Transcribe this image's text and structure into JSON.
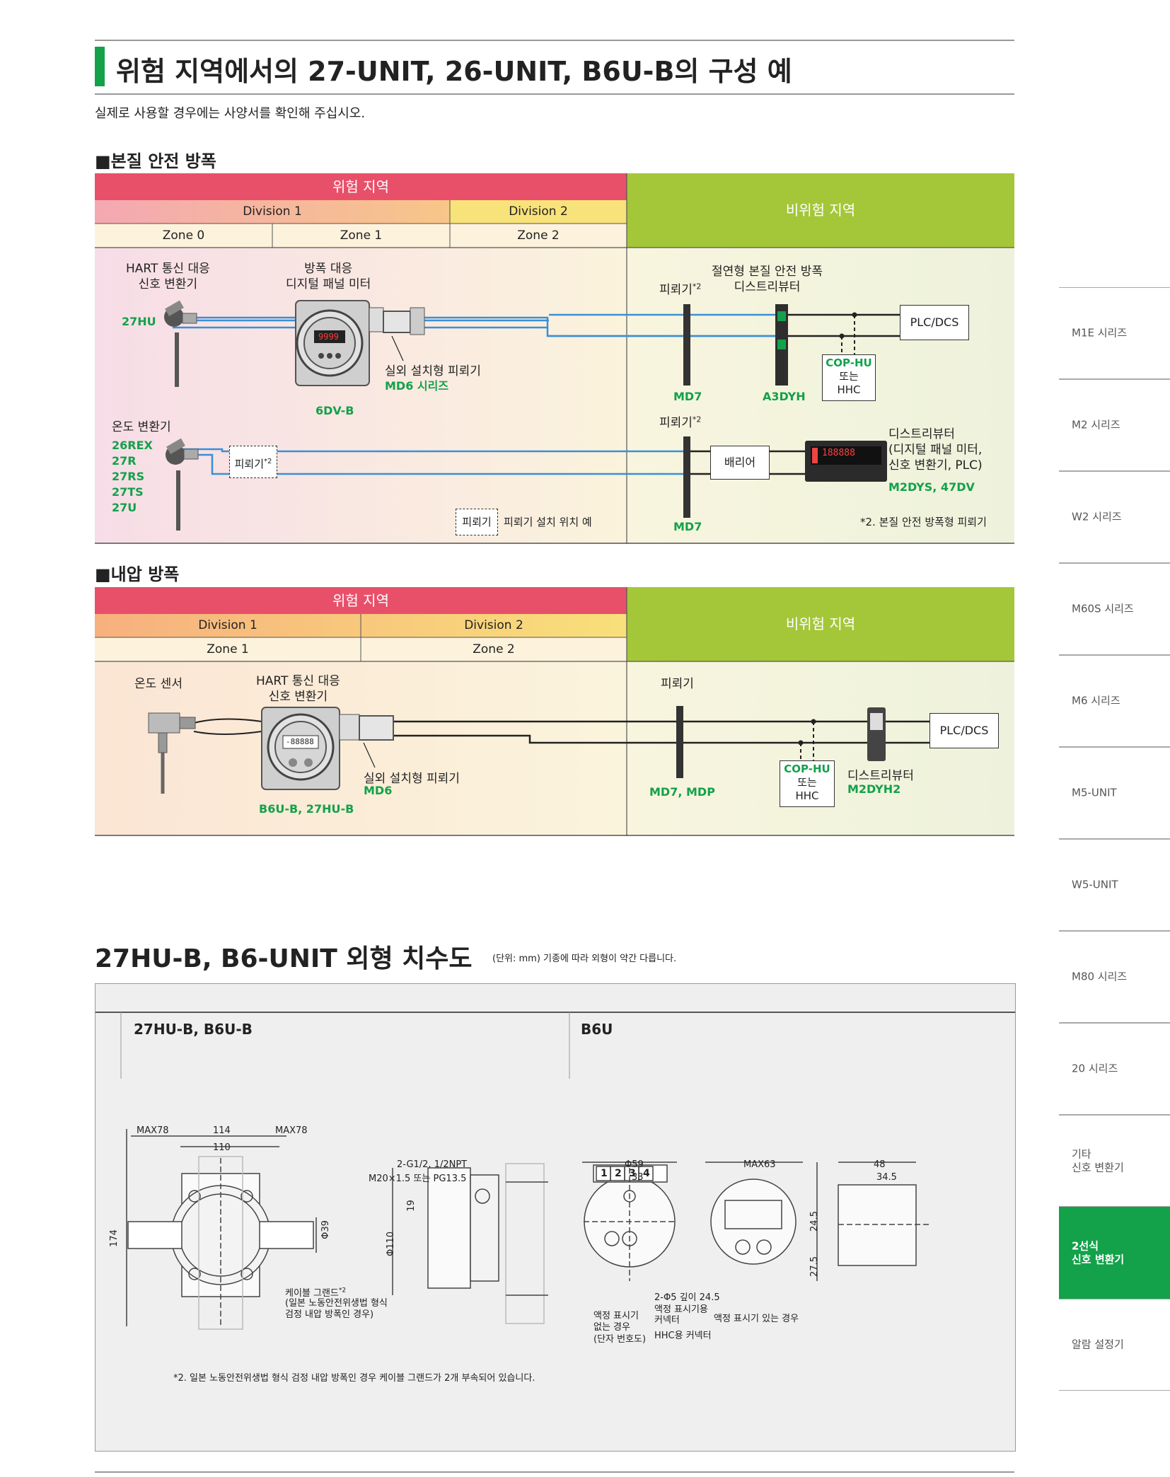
{
  "page_title": "위험 지역에서의 27-UNIT, 26-UNIT, B6U-B의 구성 예",
  "page_note": "실제로 사용할 경우에는 사양서를 확인해 주십시오.",
  "section1": {
    "heading": "■본질 안전 방폭",
    "hazard_label": "위험 지역",
    "nonhazard_label": "비위험 지역",
    "div1": "Division 1",
    "div2": "Division 2",
    "zone0": "Zone 0",
    "zone1": "Zone 1",
    "zone2": "Zone 2",
    "hart_label": "HART 통신 대응\n신호 변환기",
    "hart_model": "27HU",
    "panel_label": "방폭 대응\n디지털 패널 미터",
    "panel_model": "6DV-B",
    "panel_display": "9999",
    "arrester_outdoor": "실외 설치형 피뢰기",
    "arrester_outdoor_model": "MD6 시리즈",
    "arrester_a": "피뢰기",
    "arrester_a_sup": "*2",
    "arrester_a_model": "MD7",
    "isolator_label": "절연형 본질 안전 방폭\n디스트리뷰터",
    "isolator_model": "A3DYH",
    "plc": "PLC/DCS",
    "cop_line1": "COP-HU",
    "cop_line2": "또는",
    "cop_line3": "HHC",
    "temp_label": "온도 변환기",
    "temp_models": [
      "26REX",
      "27R",
      "27RS",
      "27TS",
      "27U"
    ],
    "arrester_b_small": "피뢰기",
    "arrester_b_small_sup": "*2",
    "arrester_b": "피뢰기",
    "arrester_b_sup": "*2",
    "arrester_b_model": "MD7",
    "barrier": "배리어",
    "distributor_display": "188888",
    "distributor_label": "디스트리뷰터\n(디지털 패널 미터,\n신호 변환기, PLC)",
    "distributor_model": "M2DYS, 47DV",
    "legend_box": "피뢰기",
    "legend_text": "피뢰기 설치 위치 예",
    "footnote": "*2. 본질 안전 방폭형 피뢰기"
  },
  "section2": {
    "heading": "■내압 방폭",
    "hazard_label": "위험 지역",
    "nonhazard_label": "비위험 지역",
    "div1": "Division 1",
    "div2": "Division 2",
    "zone1": "Zone 1",
    "zone2": "Zone 2",
    "sensor_label": "온도 센서",
    "hart_label": "HART 통신 대응\n신호 변환기",
    "display": "-88888",
    "outdoor_arrester": "실외 설치형 피뢰기",
    "outdoor_arrester_model": "MD6",
    "unit_model": "B6U-B, 27HU-B",
    "arrester": "피뢰기",
    "arrester_model": "MD7, MDP",
    "cop_line1": "COP-HU",
    "cop_line2": "또는",
    "cop_line3": "HHC",
    "distributor": "디스트리뷰터",
    "distributor_model": "M2DYH2",
    "plc": "PLC/DCS"
  },
  "dimensions": {
    "title": "27HU-B, B6-UNIT 외형 치수도",
    "subtitle": "(단위: mm) 기종에 따라 외형이 약간 다릅니다.",
    "left_label": "27HU-B, B6U-B",
    "right_label": "B6U",
    "left_dims": {
      "max_left": "MAX78",
      "w114": "114",
      "max_right": "MAX78",
      "w110": "110",
      "h174": "174",
      "phi39": "Φ39",
      "phi110": "Φ110",
      "d19": "19",
      "thread": "2-G1/2, 1/2NPT",
      "thread2": "M20×1.5 또는 PG13.5"
    },
    "cable_gland": "케이블 그랜드",
    "cable_gland_sup": "*2",
    "cable_gland_note": "(일본 노동안전위생법 형식\n검정 내압 방폭인 경우)",
    "right_dims": {
      "phi59": "Φ59",
      "d33": "33",
      "max63": "MAX63",
      "d48": "48",
      "d345": "34.5",
      "d245": "24.5",
      "d275": "27.5",
      "holes": "2-Φ5 깊이 24.5"
    },
    "terminal_nums": [
      "1",
      "2",
      "3",
      "4"
    ],
    "no_lcd": "액정 표시기\n없는 경우\n(단자 번호도)",
    "lcd_connector": "액정 표시기용\n커넥터",
    "hhc_connector": "HHC용 커넥터",
    "with_lcd": "액정 표시기 있는 경우",
    "footnote": "*2. 일본 노동안전위생법 형식 검정 내압 방폭인 경우 케이블 그랜드가 2개 부속되어 있습니다."
  },
  "sidebar": {
    "items": [
      {
        "label": "M1E 시리즈"
      },
      {
        "label": "M2 시리즈"
      },
      {
        "label": "W2 시리즈"
      },
      {
        "label": "M60S 시리즈"
      },
      {
        "label": "M6 시리즈"
      },
      {
        "label": "M5-UNIT"
      },
      {
        "label": "W5-UNIT"
      },
      {
        "label": "M80 시리즈"
      },
      {
        "label": "20 시리즈"
      },
      {
        "label": "기타\n신호 변환기"
      },
      {
        "label": "2선식\n신호 변환기"
      },
      {
        "label": "알람 설정기"
      }
    ]
  },
  "colors": {
    "accent": "#13a14a",
    "hazard": "#e8506a",
    "nonhazard": "#a4c739",
    "signal": "#3b8fd6"
  }
}
